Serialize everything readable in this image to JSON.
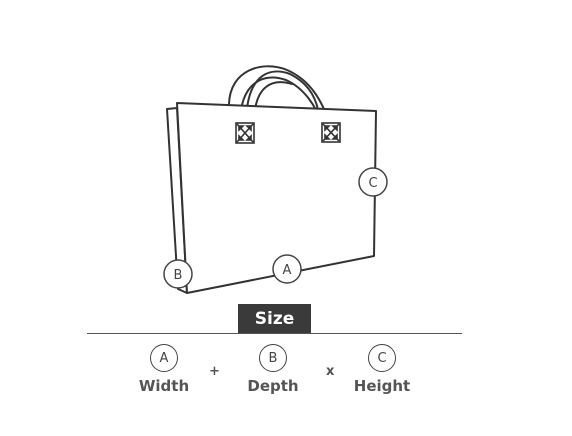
{
  "diagram": {
    "markers": {
      "a": "A",
      "b": "B",
      "c": "C"
    }
  },
  "size_badge": "Size",
  "formula": {
    "items": [
      {
        "letter": "A",
        "name": "Width"
      },
      {
        "letter": "B",
        "name": "Depth"
      },
      {
        "letter": "C",
        "name": "Height"
      }
    ],
    "operators": [
      "+",
      "x"
    ]
  },
  "colors": {
    "badge": "#3a3a3a",
    "stroke": "#333333",
    "label": "#555555"
  }
}
